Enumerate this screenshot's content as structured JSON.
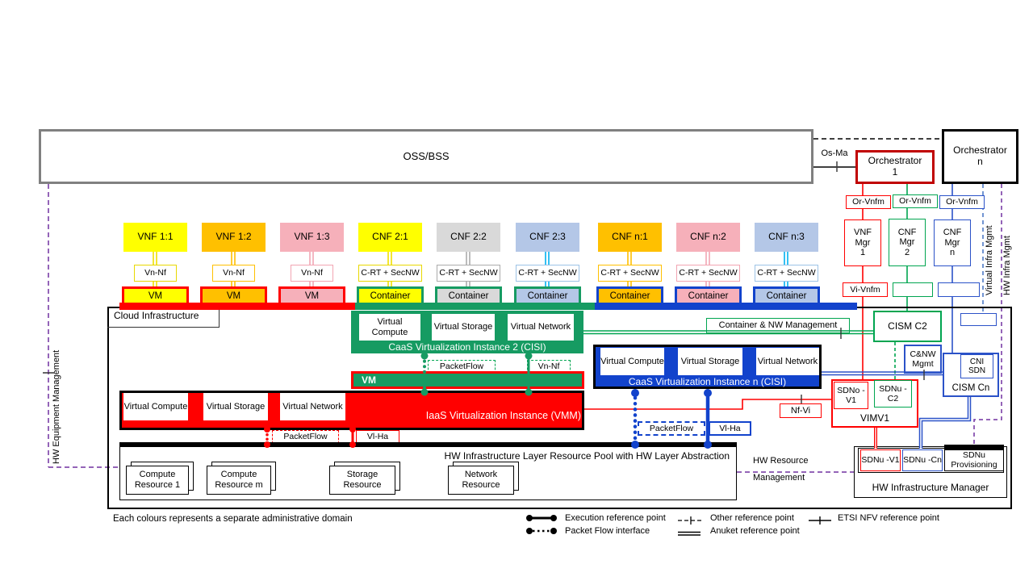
{
  "top": {
    "oss_bss": "OSS/BSS",
    "os_ma": "Os-Ma",
    "orchestrator_1": {
      "line1": "Orchestrator",
      "line2": "1"
    },
    "orchestrator_n": {
      "line1": "Orchestrator",
      "line2": "n"
    }
  },
  "mgmt": {
    "or_vnfm": [
      "Or-Vnfm",
      "Or-Vnfm",
      "Or-Vnfm"
    ],
    "managers": [
      {
        "l1": "VNF",
        "l2": "Mgr",
        "l3": "1"
      },
      {
        "l1": "CNF",
        "l2": "Mgr",
        "l3": "2"
      },
      {
        "l1": "CNF",
        "l2": "Mgr",
        "l3": "n"
      }
    ],
    "vi_vnfm": "Vi-Vnfm"
  },
  "side_labels": {
    "hw_equipment": "HW Equipment Management",
    "virtual_infra": "Virtual Infra Mgmt",
    "hw_infra": "HW Infra Mgmt"
  },
  "nf_columns": [
    {
      "title": "VNF 1:1",
      "ref": "Vn-Nf",
      "host": "VM"
    },
    {
      "title": "VNF 1:2",
      "ref": "Vn-Nf",
      "host": "VM"
    },
    {
      "title": "VNF 1:3",
      "ref": "Vn-Nf",
      "host": "VM"
    },
    {
      "title": "CNF 2:1",
      "ref": "C-RT + SecNW",
      "host": "Container"
    },
    {
      "title": "CNF 2:2",
      "ref": "C-RT + SecNW",
      "host": "Container"
    },
    {
      "title": "CNF 2:3",
      "ref": "C-RT + SecNW",
      "host": "Container"
    },
    {
      "title": "CNF n:1",
      "ref": "C-RT + SecNW",
      "host": "Container"
    },
    {
      "title": "CNF n:2",
      "ref": "C-RT + SecNW",
      "host": "Container"
    },
    {
      "title": "CNF n:3",
      "ref": "C-RT + SecNW",
      "host": "Container"
    }
  ],
  "cloud": {
    "label": "Cloud Infrastructure",
    "cisi2": {
      "title": "CaaS Virtualization Instance 2 (CISI)",
      "c1": "Virtual Compute",
      "c2": "Virtual Storage",
      "c3": "Virtual Network"
    },
    "cisi_n": {
      "title": "CaaS Virtualization Instance n (CISI)",
      "c1": "Virtual Compute",
      "c2": "Virtual Storage",
      "c3": "Virtual Network"
    },
    "iaas": {
      "title": "IaaS Virtualization Instance (VMM)",
      "c1": "Virtual Compute",
      "c2": "Virtual Storage",
      "c3": "Virtual Network"
    },
    "vm_bar": "VM",
    "container_nw_mgmt": "Container & NW Management",
    "packetflow_green": "PacketFlow",
    "vn_nf_green": "Vn-Nf",
    "packetflow_blue": "PacketFlow",
    "vl_ha_blue": "Vl-Ha",
    "packetflow_red": "PacketFlow",
    "vl_ha_red": "Vl-Ha"
  },
  "right": {
    "cism_c2": "CISM C2",
    "cnw_mgmt": "C&NW Mgmt",
    "cni_sdn": "CNI SDN",
    "cism_cn": "CISM Cn",
    "nf_vi": "Nf-Vi",
    "sdno_v1": "SDNo -V1",
    "sdnu_c2": "SDNu -C2",
    "vim": "VIMV1"
  },
  "hw": {
    "pool_title": "HW Infrastructure Layer Resource Pool with HW Layer Abstraction",
    "resources": [
      "Compute Resource 1",
      "Compute Resource m",
      "Storage Resource",
      "Network Resource"
    ],
    "resource_mgmt": "HW Resource Management",
    "manager": "HW Infrastructure Manager",
    "sdnu_v1": "SDNu -V1",
    "sdnu_cn": "SDNu -Cn",
    "sdnu_prov": "SDNu Provisioning"
  },
  "footer": {
    "note": "Each colours represents a separate administrative domain",
    "legend_execution": "Execution reference point",
    "legend_packet": "Packet Flow interface",
    "legend_other": "Other reference point",
    "legend_anuket": "Anuket reference point",
    "legend_etsi": "ETSI NFV reference point"
  },
  "colors": {
    "red": "#FF0000",
    "dark_red": "#C00000",
    "green_block": "#169B62",
    "green_line": "#00A550",
    "blue_block": "#1243CC",
    "blue_line": "#2B52C8",
    "cyan": "#00B0F0",
    "yellow": "#FFFF00",
    "orange": "#FFC000",
    "pink": "#F6B0BA",
    "gray_fill": "#D9D9D9",
    "light_blue_fill": "#B4C7E7",
    "purple": "#7030A0",
    "dashed_blue": "#4472C4",
    "oss_border": "#808080"
  }
}
